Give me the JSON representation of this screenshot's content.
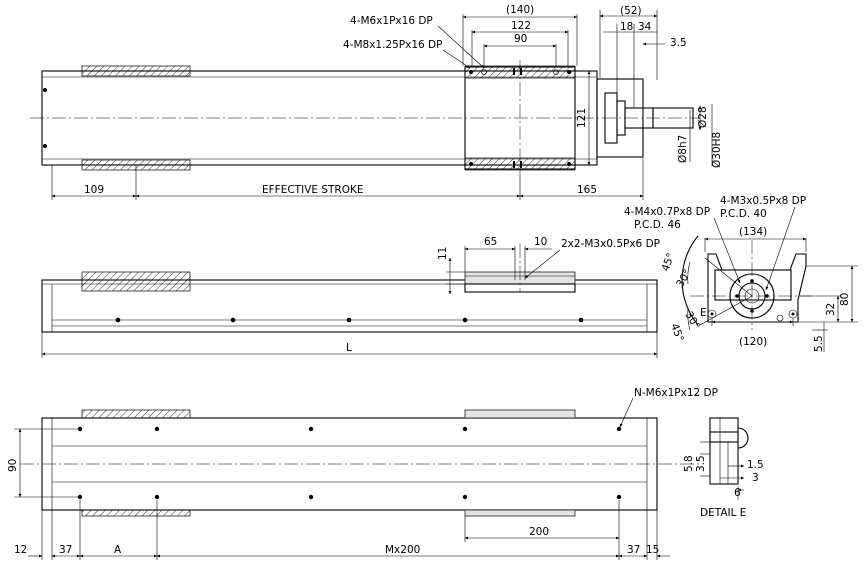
{
  "top_view": {
    "callout_m6": "4-M6x1Px16 DP",
    "callout_m8": "4-M8x1.25Px16 DP",
    "dim_140": "(140)",
    "dim_122": "122",
    "dim_90": "90",
    "dim_52": "(52)",
    "dim_18": "18",
    "dim_34": "34",
    "dim_3_5": "3.5",
    "dim_121": "121",
    "dim_28": "Ø28",
    "dim_8h7": "Ø8h7",
    "dim_30h8": "Ø30H8",
    "dim_109": "109",
    "effective_stroke": "EFFECTIVE STROKE",
    "dim_165": "165"
  },
  "side_view": {
    "dim_65": "65",
    "dim_10": "10",
    "callout_m3": "2x2-M3x0.5Px6 DP",
    "dim_11": "11",
    "dim_L": "L"
  },
  "end_view": {
    "callout_m4": "4-M4x0.7Px8 DP",
    "pcd_46": "P.C.D. 46",
    "callout_m3": "4-M3x0.5Px8 DP",
    "pcd_40": "P.C.D. 40",
    "dim_134": "(134)",
    "angle_45_top": "45°",
    "angle_30_top": "30°",
    "angle_30_bottom": "30°",
    "angle_45_bottom": "45°",
    "label_E": "E",
    "dim_80": "80",
    "dim_32": "32",
    "dim_5_5": "5.5",
    "dim_120": "(120)"
  },
  "bottom_view": {
    "callout_m6": "N-M6x1Px12 DP",
    "dim_90": "90",
    "dim_200": "200",
    "dim_12": "12",
    "dim_37_left": "37",
    "dim_A": "A",
    "dim_Mx200": "Mx200",
    "dim_37_right": "37",
    "dim_15": "15"
  },
  "detail_e": {
    "title": "DETAIL E",
    "dim_5_8": "5.8",
    "dim_3_5": "3.5",
    "dim_1_5": "1.5",
    "dim_3": "3",
    "dim_6": "6"
  }
}
